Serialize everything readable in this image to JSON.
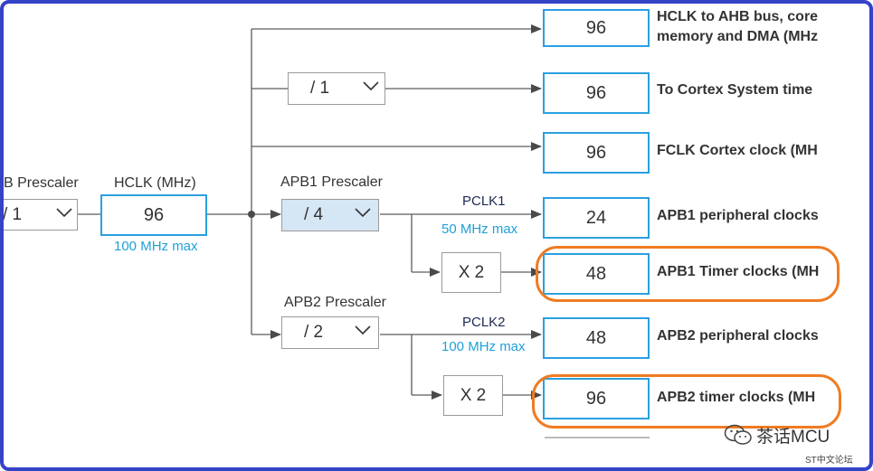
{
  "inputs": {
    "ahb_prescaler_label": "B Prescaler",
    "ahb_prescaler_value": "/ 1",
    "hclk_label": "HCLK (MHz)",
    "hclk_value": "96",
    "hclk_max": "100 MHz max"
  },
  "top_branch": {
    "prescaler_value": "/ 1"
  },
  "apb1": {
    "prescaler_label": "APB1 Prescaler",
    "prescaler_value": "/ 4",
    "pclk_label": "PCLK1",
    "pclk_max": "50 MHz max",
    "multiplier": "X 2"
  },
  "apb2": {
    "prescaler_label": "APB2 Prescaler",
    "prescaler_value": "/ 2",
    "pclk_label": "PCLK2",
    "pclk_max": "100 MHz max",
    "multiplier": "X 2"
  },
  "outputs": [
    {
      "value": "96",
      "label_line1": "HCLK to AHB bus, core",
      "label_line2": "memory and DMA (MHz"
    },
    {
      "value": "96",
      "label": "To Cortex System time"
    },
    {
      "value": "96",
      "label": "FCLK Cortex clock (MH"
    },
    {
      "value": "24",
      "label": "APB1 peripheral clocks"
    },
    {
      "value": "48",
      "label": "APB1 Timer clocks (MH"
    },
    {
      "value": "48",
      "label": "APB2 peripheral clocks"
    },
    {
      "value": "96",
      "label": "APB2 timer clocks (MH"
    }
  ],
  "highlight_color": "#f07b22",
  "watermark": {
    "main": "茶话MCU",
    "sub": "ST中文论坛",
    "icon": "wechat-icon"
  }
}
